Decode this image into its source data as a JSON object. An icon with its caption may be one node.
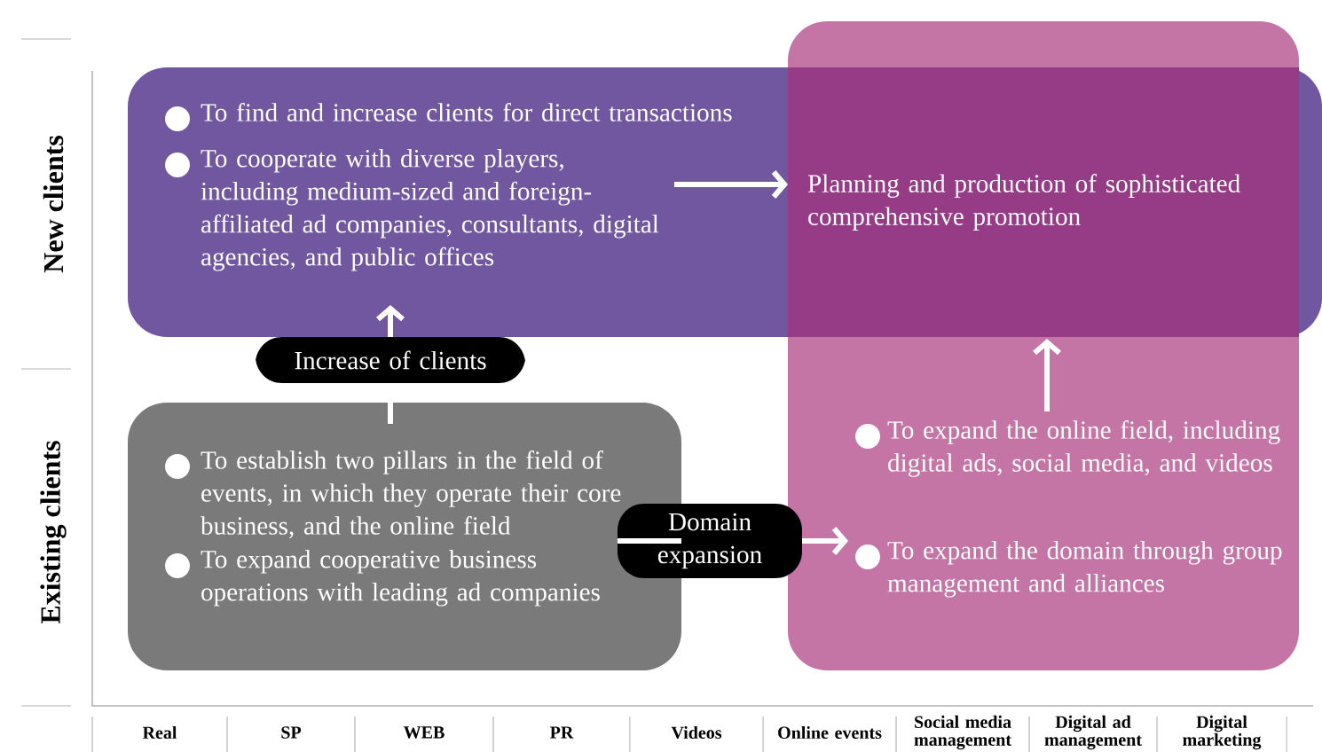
{
  "diagram": {
    "nodes": [
      {
        "text": [
          "To find and increase clients for direct transactions",
          "To cooperate with diverse players, including medium-sized and foreign-affiliated ad companies, consultants, digital agencies, and public offices"
        ]
      },
      {
        "text": [
          "To expand the online field, including digital ads, social media, and videos",
          "To expand the domain through group management and alliances"
        ]
      },
      {
        "text": [
          "Planning and production of sophisticated comprehensive promotion"
        ]
      },
      {
        "text": [
          "To establish two pillars in the field of events, in which they operate their core business, and the online field",
          "To expand cooperative business operations with leading ad companies"
        ]
      },
      {
        "text": [
          "Increase of clients"
        ]
      },
      {
        "text": [
          "Domain expansion"
        ]
      }
    ],
    "edges": [
      {
        "from": 3,
        "to": 4,
        "arrow": "none"
      },
      {
        "from": 4,
        "to": 0,
        "arrow": "to"
      },
      {
        "from": 0,
        "to": 2,
        "arrow": "to"
      },
      {
        "from": 1,
        "to": 2,
        "arrow": "to"
      },
      {
        "from": 3,
        "to": 5,
        "arrow": "none"
      },
      {
        "from": 5,
        "to": 1,
        "arrow": "to"
      }
    ],
    "labels": [
      "New clients",
      "Existing clients",
      "Real",
      "SP",
      "WEB",
      "PR",
      "Videos",
      "Online events",
      "Social media management",
      "Digital ad management",
      "Digital marketing"
    ]
  }
}
